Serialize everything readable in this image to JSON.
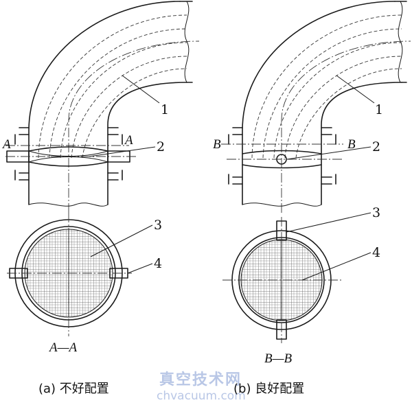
{
  "diagram": {
    "part_labels": {
      "a_bend": "1",
      "a_fastener": "2",
      "a_mesh": "3",
      "a_flange": "4",
      "b_bend": "1",
      "b_fastener": "2",
      "b_flange": "3",
      "b_mesh": "4"
    },
    "section_a": {
      "left": "A",
      "right": "A",
      "title": "A—A"
    },
    "section_b": {
      "left": "B",
      "right": "B",
      "title": "B—B"
    },
    "caption_a": "(a) 不好配置",
    "caption_b": "(b) 良好配置"
  },
  "watermark": {
    "title": "真空技术网",
    "url": "chvacuum.com"
  },
  "colors": {
    "line": "#1a1a1a",
    "watermark": "#b9c7e6"
  }
}
